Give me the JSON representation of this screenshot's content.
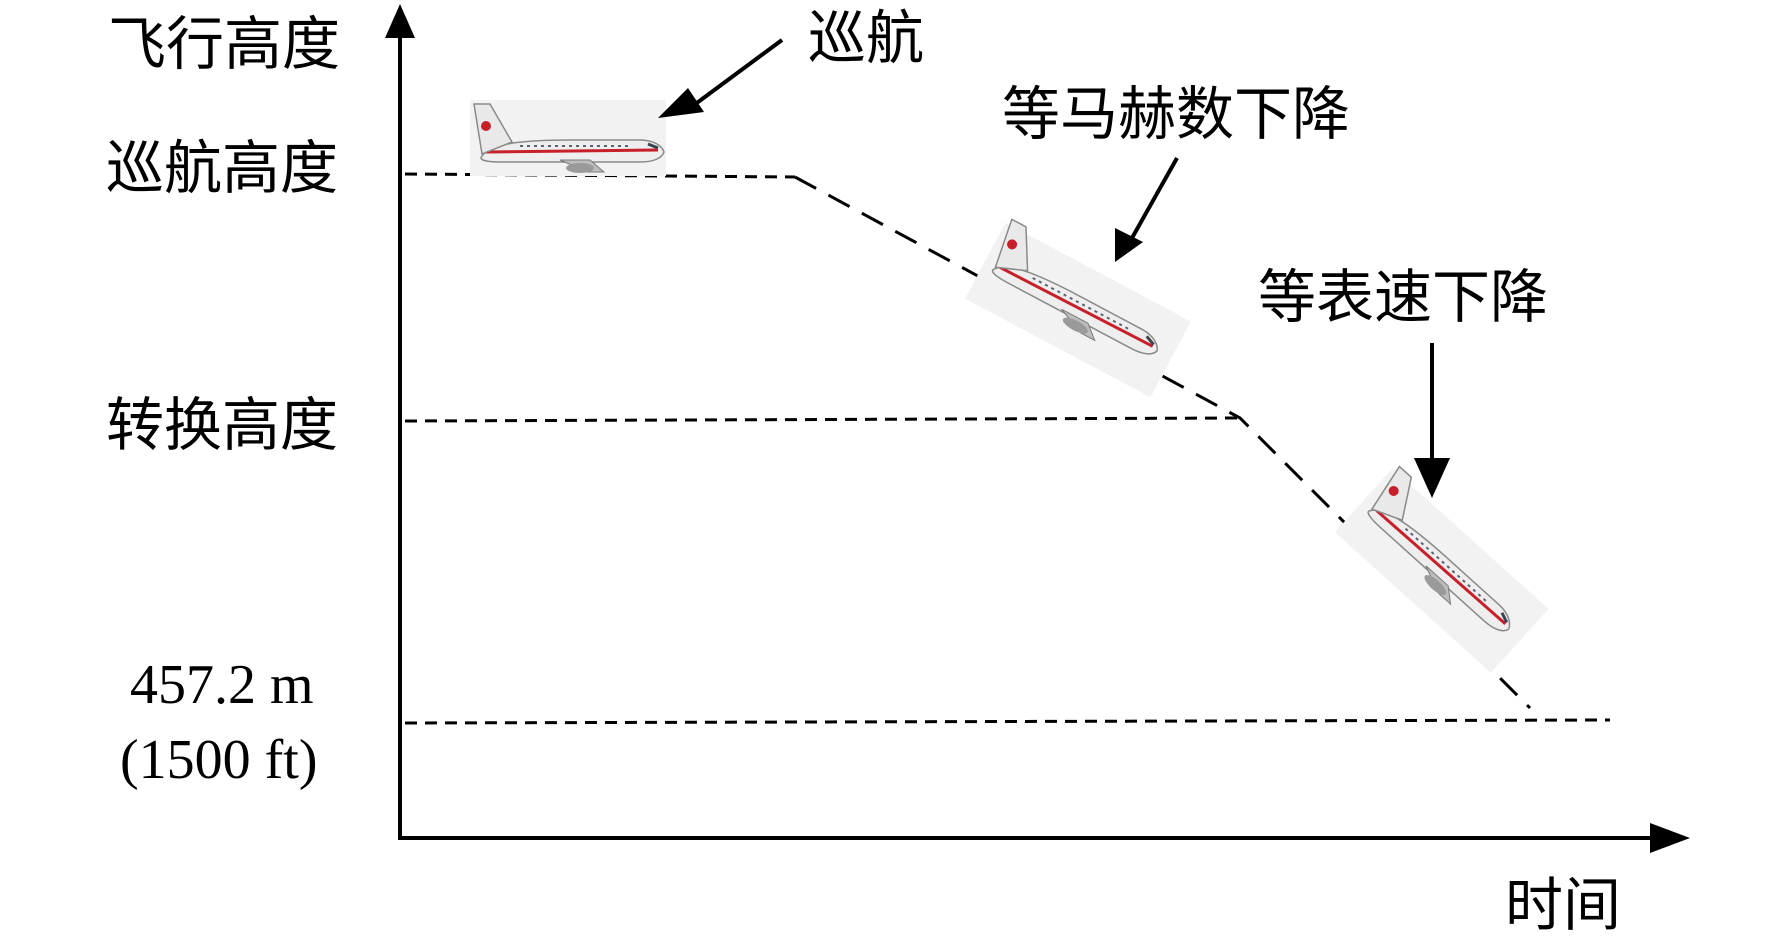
{
  "axes": {
    "y_label": "飞行高度",
    "x_label": "时间"
  },
  "altitude_levels": {
    "cruise": "巡航高度",
    "transition": "转换高度",
    "final_value": "457.2 m",
    "final_unit": "(1500 ft)"
  },
  "phases": {
    "cruise": "巡航",
    "constant_mach_descent": "等马赫数下降",
    "constant_ias_descent": "等表速下降"
  },
  "colors": {
    "line": "#000000",
    "aircraft_body": "#eeeeee",
    "aircraft_accent": "#c8202a",
    "aircraft_window": "#5a6470"
  },
  "icons": {
    "aircraft": "airplane-icon",
    "arrow": "arrow-icon"
  }
}
